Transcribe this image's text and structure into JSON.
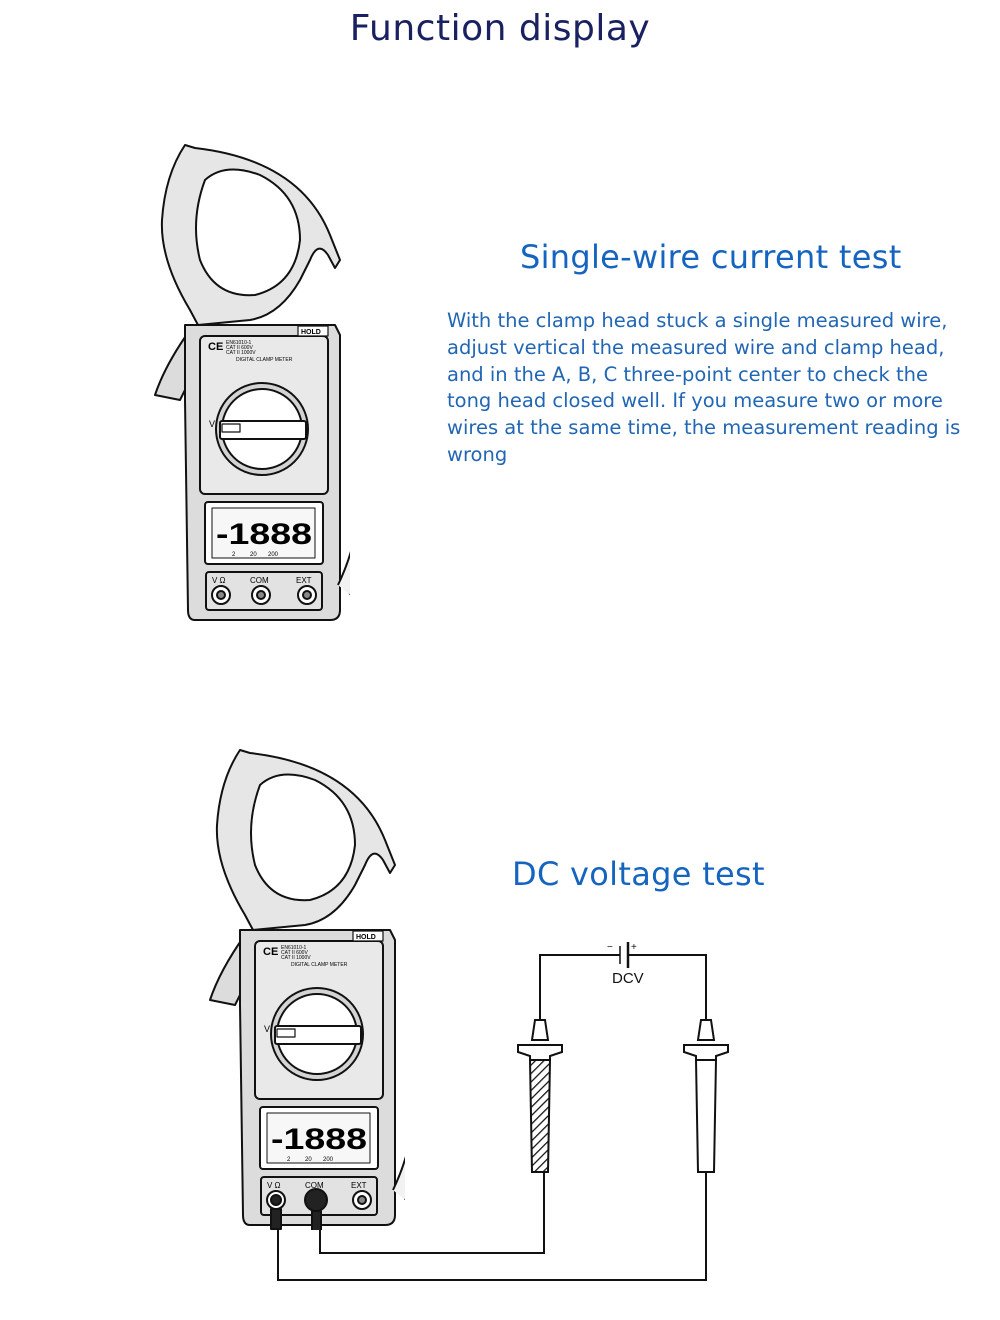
{
  "page": {
    "title": "Function display"
  },
  "section1": {
    "title": "Single-wire current test",
    "desc_lines": [
      "With the clamp head stuck a single measured wire,",
      "adjust vertical the measured wire and clamp head,",
      "and in the A, B, C three-point center to check the",
      "tong head closed well. If you measure two or more",
      "wires at the same time, the measurement reading is",
      "wrong"
    ]
  },
  "section2": {
    "title": "DC voltage test",
    "dcv_label": "DCV",
    "minus_sign": "−",
    "plus_sign": "+"
  },
  "meter": {
    "display_reading": "-1888",
    "hold_label": "HOLD",
    "ce_mark": "CE",
    "standard_line1": "EN61010-1",
    "standard_line2": "CAT II 600V",
    "standard_line3": "CAT II 1000V",
    "model_label": "DIGITAL CLAMP METER",
    "terminal_v": "V Ω",
    "terminal_com": "COM",
    "terminal_ext": "EXT",
    "dial_label": "V",
    "scale_labels": [
      "2",
      "20",
      "200"
    ]
  }
}
